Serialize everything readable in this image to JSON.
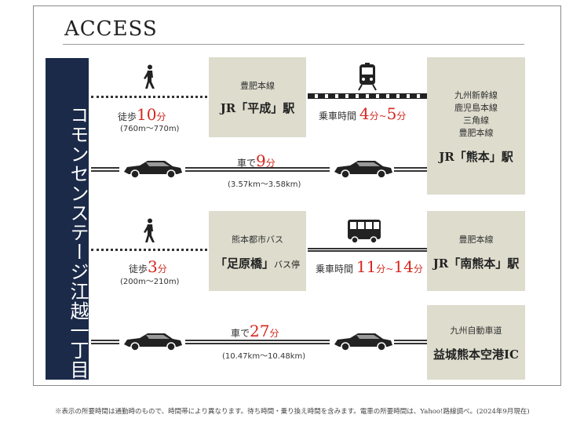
{
  "title": "ACCESS",
  "vertical_name": "コモンセンステージ江越一丁目",
  "rows": {
    "r1": {
      "walk_prefix": "徒歩",
      "walk_value": "10",
      "walk_unit": "分",
      "walk_dist": "(760m〜770m)",
      "station_line": "豊肥本線",
      "station_name": "JR「平成」駅",
      "ride_prefix": "乗車時間",
      "ride_value_a": "4",
      "ride_unit_a": "分",
      "ride_sep": "~",
      "ride_value_b": "5",
      "ride_unit_b": "分"
    },
    "r2": {
      "car_prefix": "車で",
      "car_value": "9",
      "car_unit": "分",
      "car_dist": "(3.57km〜3.58km)",
      "dest_lines": [
        "九州新幹線",
        "鹿児島本線",
        "三角線",
        "豊肥本線"
      ],
      "dest_name": "JR「熊本」駅"
    },
    "r3": {
      "walk_prefix": "徒歩",
      "walk_value": "3",
      "walk_unit": "分",
      "walk_dist": "(200m〜210m)",
      "stop_line": "熊本都市バス",
      "stop_name_main": "「足原橋」",
      "stop_name_suffix": "バス停",
      "ride_prefix": "乗車時間",
      "ride_value_a": "11",
      "ride_unit_a": "分",
      "ride_sep": "~",
      "ride_value_b": "14",
      "ride_unit_b": "分",
      "dest_line": "豊肥本線",
      "dest_name": "JR「南熊本」駅"
    },
    "r4": {
      "car_prefix": "車で",
      "car_value": "27",
      "car_unit": "分",
      "car_dist": "(10.47km〜10.48km)",
      "dest_line": "九州自動車道",
      "dest_name": "益城熊本空港IC"
    }
  },
  "footnote": "※表示の所要時間は通勤時のもので、時間帯により異なります。待ち時間・乗り換え時間を含みます。電車の所要時間は、Yahoo!路線調べ。(2024年9月現在)"
}
